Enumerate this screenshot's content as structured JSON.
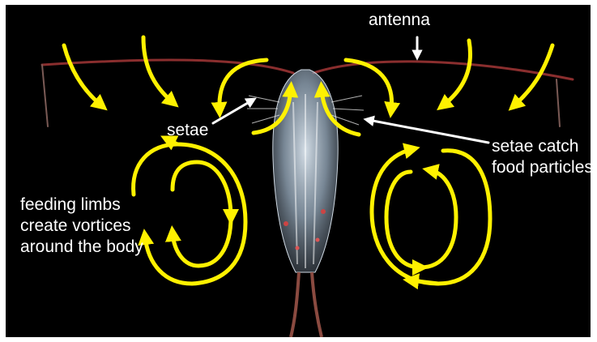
{
  "figure": {
    "labels": {
      "antenna": "antenna",
      "setae": "setae",
      "setae_catch_line1": "setae catch",
      "setae_catch_line2": "food particles",
      "feeding_line1": "feeding limbs",
      "feeding_line2": "create vortices",
      "feeding_line3": "around the body"
    },
    "colors": {
      "background": "#000000",
      "flow_arrows": "#FFF100",
      "pointer_arrows": "#FFFFFF",
      "label_text": "#FFFFFF",
      "antenna": "#8A2E2E"
    }
  }
}
